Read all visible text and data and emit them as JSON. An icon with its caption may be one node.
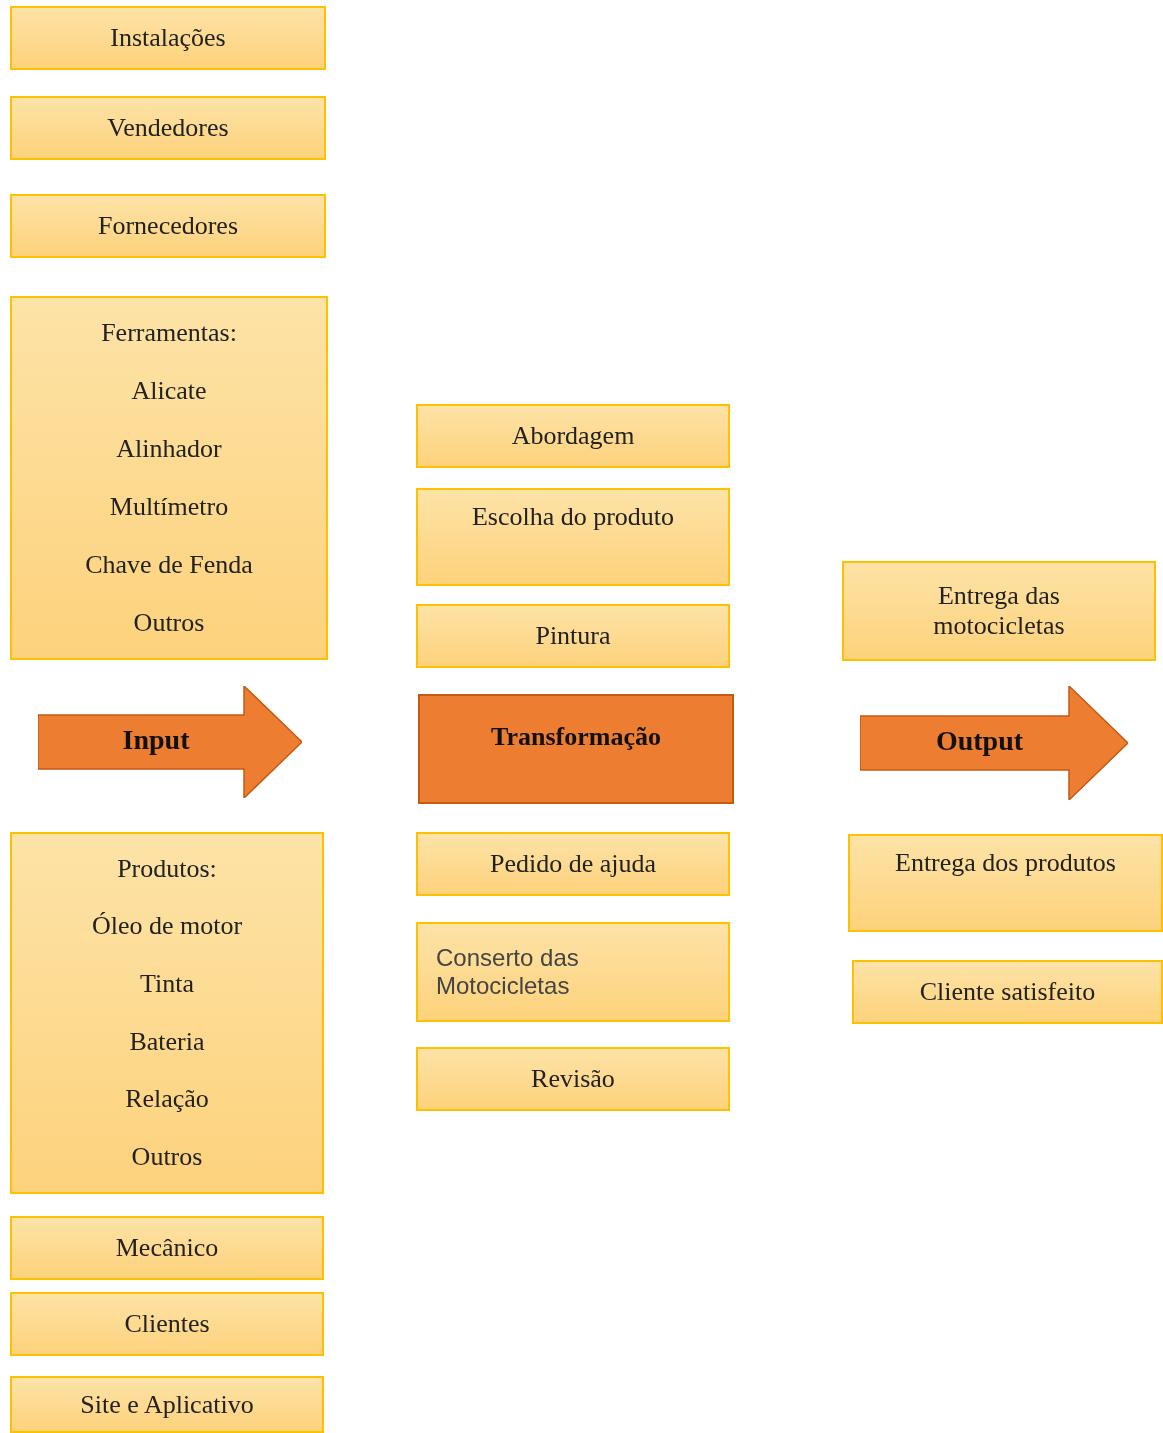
{
  "diagram": {
    "nodes": [
      {
        "text": [
          "Instalações"
        ]
      },
      {
        "text": [
          "Vendedores"
        ]
      },
      {
        "text": [
          "Fornecedores"
        ]
      },
      {
        "text": [
          "Ferramentas:",
          "Alicate",
          "Alinhador",
          "Multímetro",
          "Chave de Fenda",
          "Outros"
        ]
      },
      {
        "text": [
          "Input"
        ]
      },
      {
        "text": [
          "Produtos:",
          "Óleo de motor",
          "Tinta",
          "Bateria",
          "Relação",
          "Outros"
        ]
      },
      {
        "text": [
          "Mecânico"
        ]
      },
      {
        "text": [
          "Clientes"
        ]
      },
      {
        "text": [
          "Site e Aplicativo"
        ]
      },
      {
        "text": [
          "Abordagem"
        ]
      },
      {
        "text": [
          "Escolha do produto"
        ]
      },
      {
        "text": [
          "Pintura"
        ]
      },
      {
        "text": [
          "Transformação"
        ]
      },
      {
        "text": [
          "Pedido de ajuda"
        ]
      },
      {
        "text": [
          "Conserto das Motocicletas"
        ]
      },
      {
        "text": [
          "Revisão"
        ]
      },
      {
        "text": [
          "Entrega das motocicletas"
        ]
      },
      {
        "text": [
          "Output"
        ]
      },
      {
        "text": [
          "Entrega dos produtos"
        ]
      },
      {
        "text": [
          "Cliente satisfeito"
        ]
      }
    ]
  }
}
